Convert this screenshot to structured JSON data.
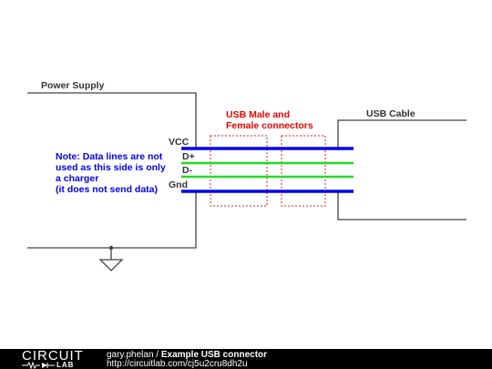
{
  "labels": {
    "power_supply": "Power Supply",
    "usb_cable": "USB Cable",
    "connectors_line1": "USB Male and",
    "connectors_line2": "Female connectors",
    "vcc": "VCC",
    "d_plus": "D+",
    "d_minus": "D-",
    "gnd": "Gnd",
    "note_line1": "Note: Data lines are not",
    "note_line2": "used as this side is only",
    "note_line3": "a charger",
    "note_line4": "(it does not send data)"
  },
  "footer": {
    "logo_top": "CIRCUIT",
    "logo_bottom": "LAB",
    "author": "gary.phelan",
    "separator": " / ",
    "title": "Example USB connector",
    "url": "http://circuitlab.com/cj5u2cru8dh2u"
  },
  "colors": {
    "power_wire": "#0000ee",
    "data_wire": "#22dd22",
    "outline": "#444444",
    "connector_box": "#ee2222",
    "note_text": "#0000ee",
    "connector_text": "#ee0000",
    "footer_bg": "#000000"
  }
}
